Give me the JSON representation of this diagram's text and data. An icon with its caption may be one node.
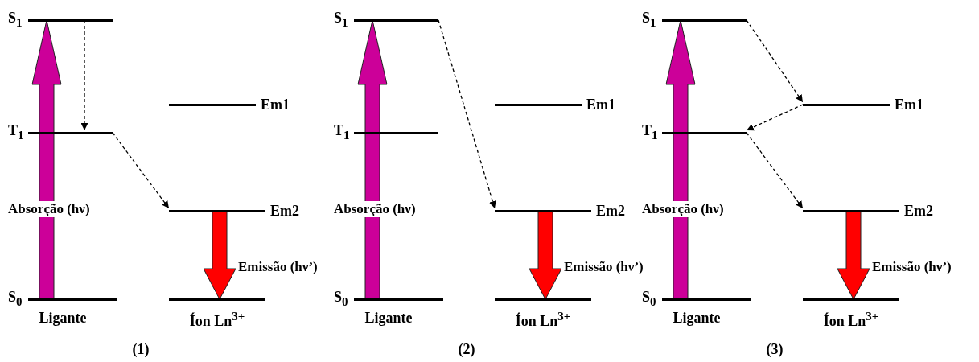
{
  "diagram": {
    "nodes": [
      {
        "text": [],
        "shape": "bar",
        "beside": [
          "S$_{1}$"
        ]
      },
      {
        "text": [],
        "shape": "bar",
        "beside": [
          "T$_{1}$"
        ]
      },
      {
        "text": [],
        "shape": "bar",
        "beside": [
          "S$_{0}$"
        ]
      },
      {
        "text": [],
        "shape": "bar",
        "beside": [
          "Em1"
        ]
      },
      {
        "text": [],
        "shape": "bar",
        "beside": [
          "Em2"
        ]
      },
      {
        "text": [],
        "shape": "bar"
      },
      {
        "text": [],
        "shape": "bar",
        "beside": [
          "S$_{1}$"
        ]
      },
      {
        "text": [],
        "shape": "bar",
        "beside": [
          "T$_{1}$"
        ]
      },
      {
        "text": [],
        "shape": "bar",
        "beside": [
          "S$_{0}$"
        ]
      },
      {
        "text": [],
        "shape": "bar",
        "beside": [
          "Em1"
        ]
      },
      {
        "text": [],
        "shape": "bar",
        "beside": [
          "Em2"
        ]
      },
      {
        "text": [],
        "shape": "bar"
      },
      {
        "text": [],
        "shape": "bar",
        "beside": [
          "S$_{1}$"
        ]
      },
      {
        "text": [],
        "shape": "bar",
        "beside": [
          "T$_{1}$"
        ]
      },
      {
        "text": [],
        "shape": "bar",
        "beside": [
          "S$_{0}$"
        ]
      },
      {
        "text": [],
        "shape": "bar",
        "beside": [
          "Em1"
        ]
      },
      {
        "text": [],
        "shape": "bar",
        "beside": [
          "Em2"
        ]
      },
      {
        "text": [],
        "shape": "bar"
      }
    ],
    "edges": [
      {
        "from": 2,
        "to": 0,
        "arrow": "to",
        "label": "Absorção (hν)",
        "style": "thick",
        "color": "#cc0099"
      },
      {
        "from": 0,
        "to": 1,
        "arrow": "to",
        "style": "dashed"
      },
      {
        "from": 1,
        "to": 4,
        "arrow": "to",
        "style": "dashed"
      },
      {
        "from": 4,
        "to": 5,
        "arrow": "to",
        "label": "Emissão (hν’)",
        "style": "thick",
        "color": "#ff0000"
      },
      {
        "from": 8,
        "to": 6,
        "arrow": "to",
        "label": "Absorção (hν)",
        "style": "thick",
        "color": "#cc0099"
      },
      {
        "from": 6,
        "to": 10,
        "arrow": "to",
        "style": "dashed"
      },
      {
        "from": 10,
        "to": 11,
        "arrow": "to",
        "label": "Emissão (hν’)",
        "style": "thick",
        "color": "#ff0000"
      },
      {
        "from": 14,
        "to": 12,
        "arrow": "to",
        "label": "Absorção (hν)",
        "style": "thick",
        "color": "#cc0099"
      },
      {
        "from": 12,
        "to": 15,
        "arrow": "to",
        "style": "dashed"
      },
      {
        "from": 15,
        "to": 13,
        "arrow": "to",
        "style": "dashed"
      },
      {
        "from": 13,
        "to": 16,
        "arrow": "to",
        "style": "dashed"
      },
      {
        "from": 16,
        "to": 17,
        "arrow": "to",
        "label": "Emissão (hν’)",
        "style": "thick",
        "color": "#ff0000"
      }
    ],
    "labels": [
      "Ligante",
      "Íon Ln$^{3+}$",
      "Ligante",
      "Íon Ln$^{3+}$",
      "Ligante",
      "Íon Ln$^{3+}$",
      "(1)",
      "(2)",
      "(3)"
    ]
  }
}
